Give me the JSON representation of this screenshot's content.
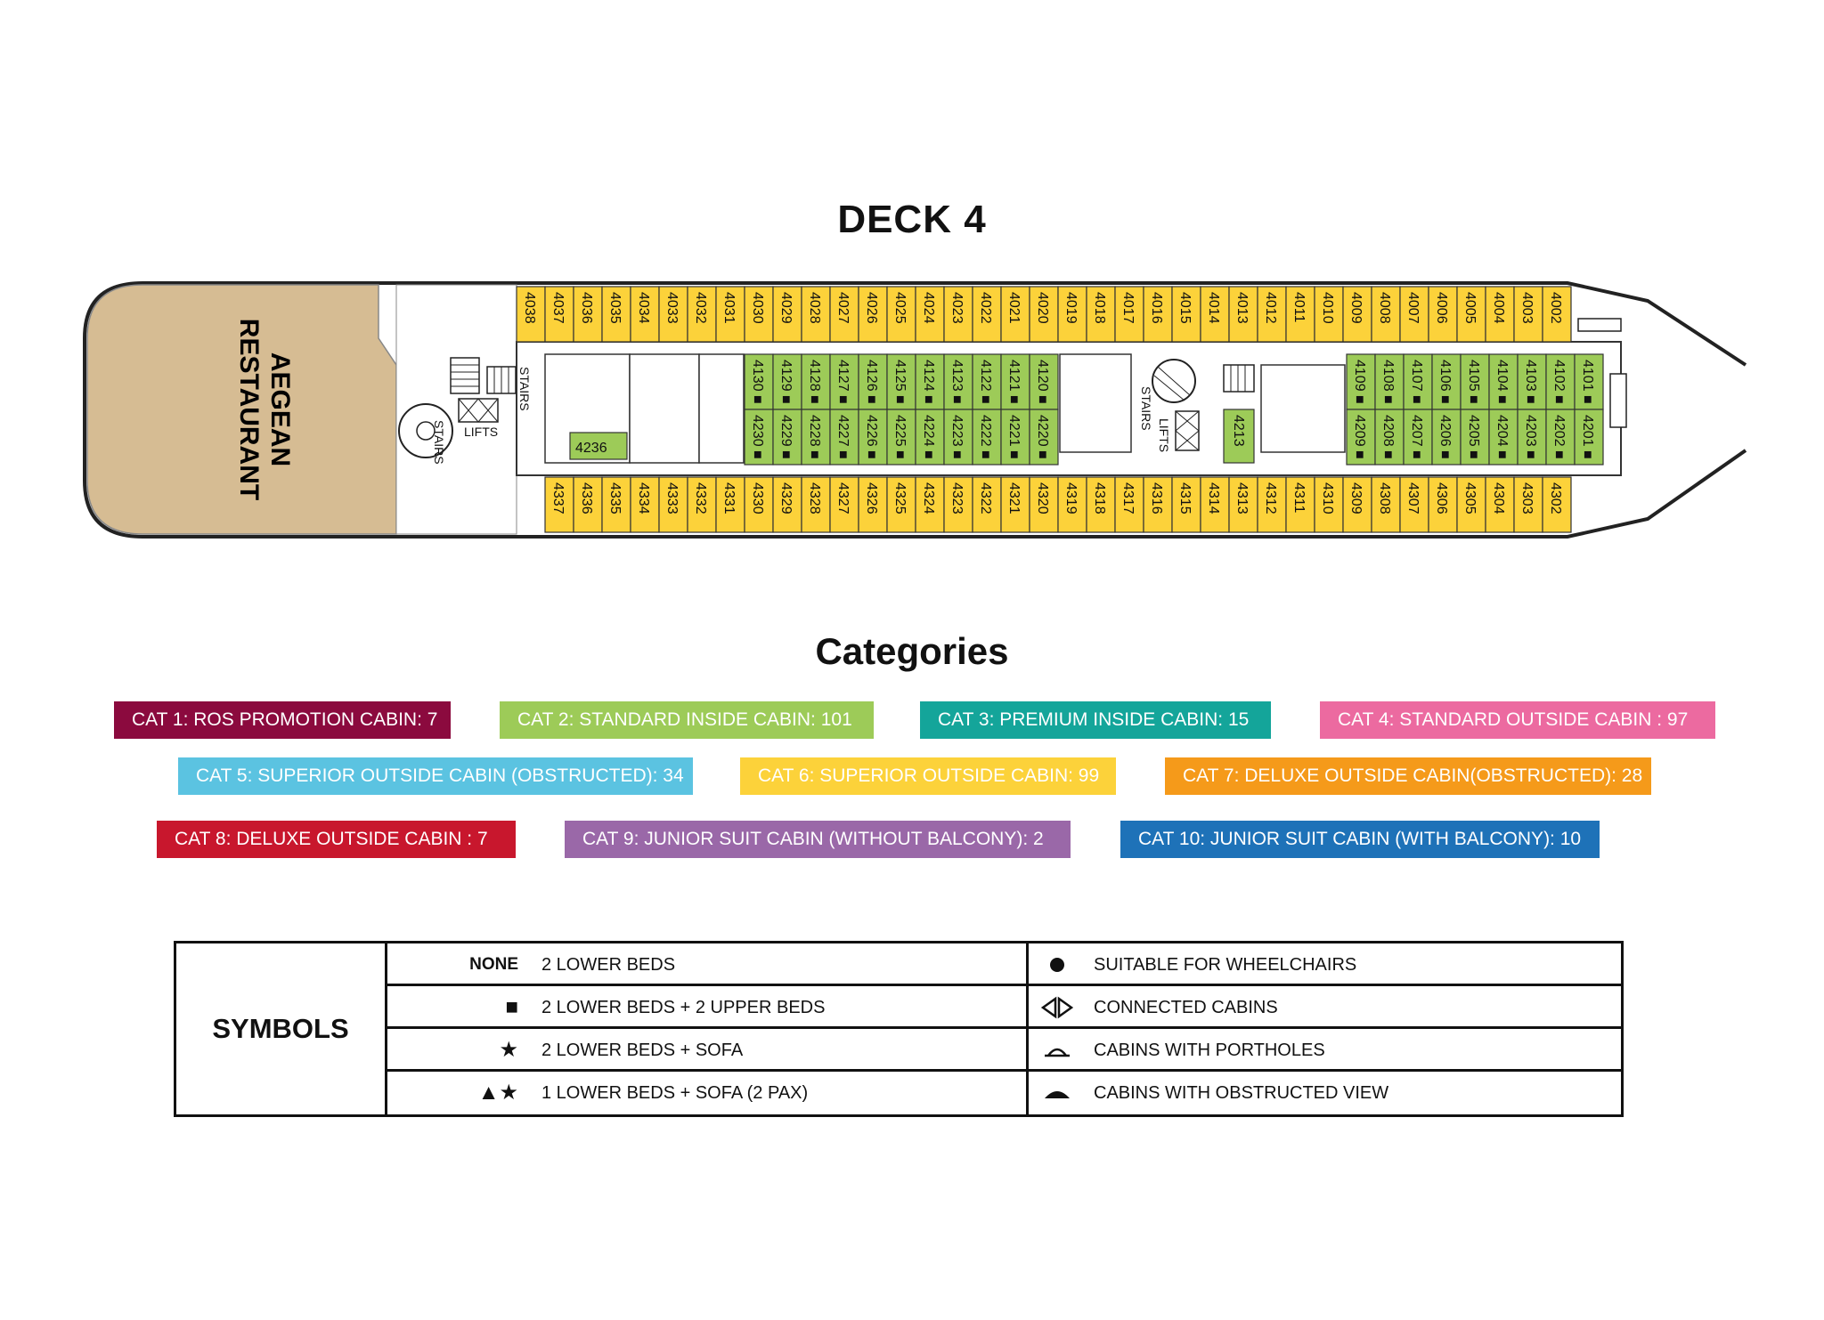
{
  "deck": {
    "title": "DECK 4",
    "restaurant_line1": "AEGEAN",
    "restaurant_line2": "RESTAURANT",
    "labels": {
      "stairs": "STAIRS",
      "lifts": "LIFTS"
    },
    "top_row": [
      "4038",
      "4037",
      "4036",
      "4035",
      "4034",
      "4033",
      "4032",
      "4031",
      "4030",
      "4029",
      "4028",
      "4027",
      "4026",
      "4025",
      "4024",
      "4023",
      "4022",
      "4021",
      "4020",
      "4019",
      "4018",
      "4017",
      "4016",
      "4015",
      "4014",
      "4013",
      "4012",
      "4011",
      "4010",
      "4009",
      "4008",
      "4007",
      "4006",
      "4005",
      "4004",
      "4003",
      "4002"
    ],
    "bottom_row": [
      "4337",
      "4336",
      "4335",
      "4334",
      "4333",
      "4332",
      "4331",
      "4330",
      "4329",
      "4328",
      "4327",
      "4326",
      "4325",
      "4324",
      "4323",
      "4322",
      "4321",
      "4320",
      "4319",
      "4318",
      "4317",
      "4316",
      "4315",
      "4314",
      "4313",
      "4312",
      "4311",
      "4310",
      "4309",
      "4308",
      "4307",
      "4306",
      "4305",
      "4304",
      "4303",
      "4302"
    ],
    "inner_left_top": [
      "4130",
      "4129",
      "4128",
      "4127",
      "4126",
      "4125",
      "4124",
      "4123",
      "4122",
      "4121",
      "4120"
    ],
    "inner_left_bottom": [
      "4230",
      "4229",
      "4228",
      "4227",
      "4226",
      "4225",
      "4224",
      "4223",
      "4222",
      "4221",
      "4220"
    ],
    "inner_right_top": [
      "4109",
      "4108",
      "4107",
      "4106",
      "4105",
      "4104",
      "4103",
      "4102",
      "4101"
    ],
    "inner_right_bottom": [
      "4209",
      "4208",
      "4207",
      "4206",
      "4205",
      "4204",
      "4203",
      "4202",
      "4201"
    ],
    "cabin_4213": "4213",
    "cabin_4236": "4236"
  },
  "categories": {
    "title": "Categories",
    "items": [
      {
        "label": "CAT 1: ROS PROMOTION CABIN: 7",
        "color": "#8b0a3e"
      },
      {
        "label": "CAT 2: STANDARD INSIDE CABIN: 101",
        "color": "#9dcb58"
      },
      {
        "label": "CAT 3: PREMIUM INSIDE CABIN: 15",
        "color": "#14a59a"
      },
      {
        "label": "CAT 4: STANDARD OUTSIDE CABIN : 97",
        "color": "#ec6aa0"
      },
      {
        "label": "CAT 5: SUPERIOR OUTSIDE CABIN (OBSTRUCTED): 34",
        "color": "#5bc3e1"
      },
      {
        "label": "CAT 6: SUPERIOR OUTSIDE CABIN: 99",
        "color": "#fcd23a"
      },
      {
        "label": "CAT 7: DELUXE OUTSIDE CABIN(OBSTRUCTED): 28",
        "color": "#f59a1a"
      },
      {
        "label": "CAT 8: DELUXE OUTSIDE CABIN : 7",
        "color": "#c8172d"
      },
      {
        "label": "CAT 9: JUNIOR SUIT CABIN (WITHOUT BALCONY): 2",
        "color": "#9a68a8"
      },
      {
        "label": "CAT 10: JUNIOR SUIT CABIN (WITH BALCONY): 10",
        "color": "#1e72b8"
      }
    ]
  },
  "colors": {
    "hull": "#d6bc93",
    "inside": "#9dcb58",
    "outside": "#fcd23a"
  },
  "symbols": {
    "title": "SYMBOLS",
    "rows": [
      {
        "code": "NONE",
        "desc": "2 LOWER BEDS"
      },
      {
        "code": "■",
        "desc": "2 LOWER BEDS + 2 UPPER BEDS"
      },
      {
        "code": "★",
        "desc": "2 LOWER BEDS + SOFA"
      },
      {
        "code": "▲★",
        "desc": "1 LOWER BEDS + SOFA (2 PAX)"
      }
    ],
    "right": [
      {
        "icon": "wheelchair-dot-icon",
        "desc": "SUITABLE FOR WHEELCHAIRS"
      },
      {
        "icon": "connected-cabins-icon",
        "desc": "CONNECTED CABINS"
      },
      {
        "icon": "porthole-icon",
        "desc": "CABINS WITH PORTHOLES"
      },
      {
        "icon": "obstructed-view-icon",
        "desc": "CABINS WITH OBSTRUCTED VIEW"
      }
    ]
  }
}
